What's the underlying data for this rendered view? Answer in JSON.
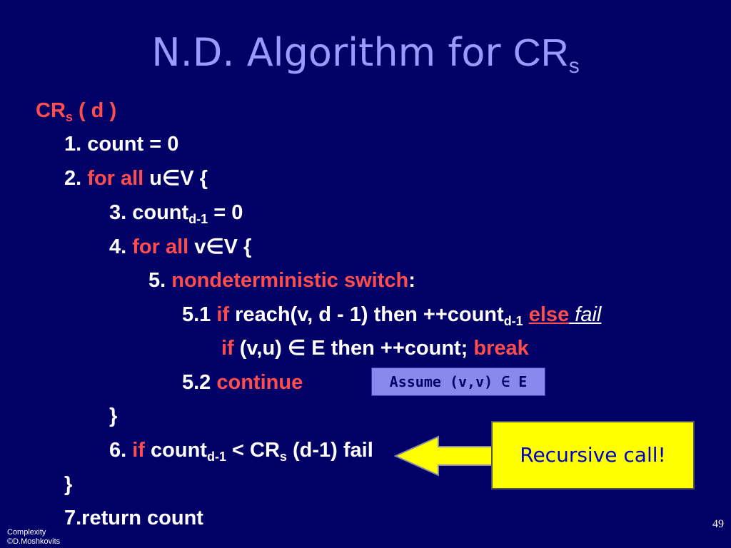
{
  "title": {
    "main": "N.D. Algorithm for ",
    "cr": "CR",
    "sub": "s"
  },
  "code": {
    "header": {
      "cr": "CR",
      "sub": "s",
      "args": " ( d )"
    },
    "l1": "1. count = 0",
    "l2": {
      "num": "2. ",
      "kw": "for all",
      "rest": "  u∈V {"
    },
    "l3": {
      "pre": "3. count",
      "sub": "d-1",
      "post": " = 0"
    },
    "l4": {
      "num": "4. ",
      "kw": "for all",
      "rest": "  v∈V {"
    },
    "l5": {
      "num": "5. ",
      "kw": "nondeterministic switch",
      "colon": ":"
    },
    "l51": {
      "num": "5.1 ",
      "kw": "if",
      "mid": " reach(v, d - 1) then ++count",
      "sub": "d-1",
      "else": "else",
      "fail": "fail"
    },
    "l52": {
      "kw": "if",
      "mid": " (v,u) ∈ E then ++count; ",
      "kw2": "break"
    },
    "l53": {
      "num": "5.2 ",
      "kw": "continue"
    },
    "l6close": "}",
    "l6": {
      "num": "6. ",
      "kw": "if",
      "pre": " count",
      "sub1": "d-1",
      "mid": " < CR",
      "sub2": "s",
      "post": " (d-1) fail"
    },
    "l7close": "}",
    "l7": "7.return count"
  },
  "assume_note": "Assume (v,v) ∈ E",
  "callout": "Recursive call!",
  "footer": {
    "line1": "Complexity",
    "line2": "©D.Moshkovits"
  },
  "page_number": "49",
  "colors": {
    "background": "#000066",
    "title": "#9999ff",
    "keyword": "#ff4d4d",
    "callout_bg": "#ffff00",
    "callout_text": "#0000cc",
    "note_bg": "#8888ee"
  }
}
